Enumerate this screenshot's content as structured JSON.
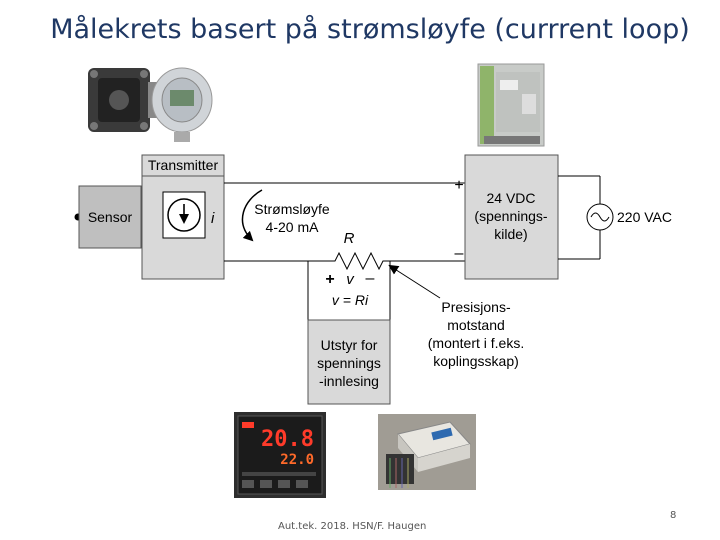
{
  "slide": {
    "title": "Målekrets basert på strømsløyfe (currrent loop)",
    "footer": "Aut.tek. 2018. HSN/F. Haugen",
    "page_number": "8"
  },
  "diagram": {
    "transmitter_label": "Transmitter",
    "sensor_label": "Sensor",
    "current_symbol": "i",
    "loop_line1": "Strømsløyfe",
    "loop_line2": "4-20 mA",
    "resistor_label": "R",
    "plus_sign": "+",
    "voltage_symbol": "v",
    "minus_sign": "–",
    "ohms_law": "v = Ri",
    "supply_line1": "24 VDC",
    "supply_line2": "(spennings-",
    "supply_line3": "kilde)",
    "supply_plus": "+",
    "supply_minus": "–",
    "ac_label": "220 VAC",
    "precision_line1": "Presisjons-",
    "precision_line2": "motstand",
    "precision_line3": "(montert i f.eks.",
    "precision_line4": "koplingsskap)",
    "reader_line1": "Utstyr for",
    "reader_line2": "spennings",
    "reader_line3": "-innlesing"
  },
  "photos": {
    "controller_display_top": "20.8",
    "controller_display_bottom": "22.0"
  },
  "colors": {
    "title": "#1f3864",
    "box_fill": "#d9d9d9",
    "sensor_fill": "#bfbfbf",
    "line": "#000000"
  }
}
